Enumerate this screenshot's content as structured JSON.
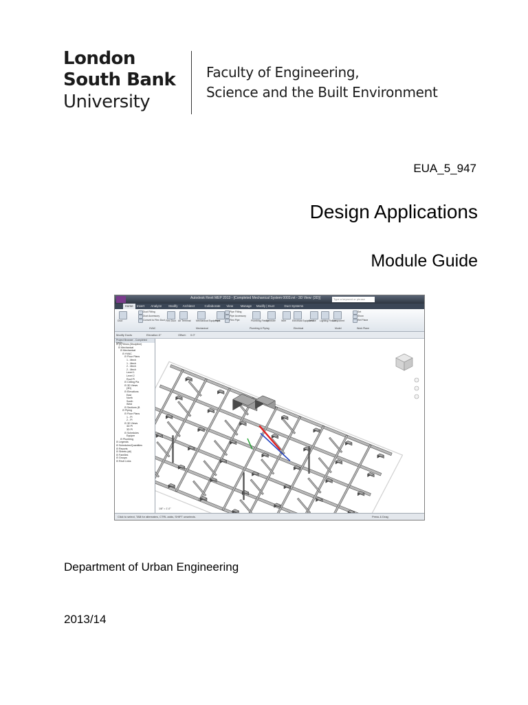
{
  "header": {
    "university_line1": "London",
    "university_line2": "South Bank",
    "university_line3": "University",
    "faculty_line1": "Faculty of Engineering,",
    "faculty_line2": "Science and the Built Environment"
  },
  "module": {
    "code": "EUA_5_947",
    "title": "Design Applications",
    "subtitle": "Module Guide"
  },
  "footer": {
    "department": "Department of Urban Engineering",
    "year": "2013/14"
  },
  "screenshot": {
    "window_title": "Autodesk Revit MEP 2013 - [Completed Mechanical System 0003.rvt - 3D View: {3D}]",
    "search_placeholder": "Type a keyword or phrase",
    "tabs": [
      "Home",
      "Insert",
      "Analyze",
      "Modify",
      "Architect",
      "Collaborate",
      "View",
      "Manage",
      "Modify | Duct",
      "Duct Systems"
    ],
    "ribbon_labels": [
      "Duct",
      "Duct Fitting",
      "Duct Accessory",
      "Convert to Flex Duct",
      "Flex Duct",
      "Air Terminal",
      "Mechanical Equipment",
      "Pipe",
      "Pipe Fitting",
      "Pipe Accessory",
      "Flex Pipe",
      "Plumbing Fixture",
      "Sprinkler",
      "Wire",
      "Electrical Equipment",
      "Device",
      "Lighting Fixture",
      "Component",
      "Set",
      "Show",
      "Ref Plane"
    ],
    "group_labels": [
      "HVAC",
      "Mechanical",
      "Plumbing & Piping",
      "Electrical",
      "Model",
      "Work Plane"
    ],
    "options_bar": [
      "Modify Ducts",
      "Elevation:",
      "0\"",
      "Offset:",
      "0.0\""
    ],
    "browser_title": "Project Browser - Completed Mech...",
    "browser_items": [
      "[0] Views (Discipline)",
      "Mechanical",
      "Mechanical",
      "HVAC",
      "Floor Plans",
      "1 - Mech",
      "1 - Mech",
      "2 - Mech",
      "2 - Mech",
      "Level 1",
      "Level 2",
      "Roof Pl",
      "Ceiling Pla",
      "3D Views",
      "{3D}",
      "Elevations",
      "East",
      "North",
      "South",
      "West",
      "Sections (B",
      "Piping",
      "Floor Plans",
      "1 - Pl",
      "2 - Pl",
      "3D Views",
      "3D Pl",
      "3D Pl",
      "Schedules",
      "Equipm",
      "Plumbing",
      "Legends",
      "Schedules/Quantities",
      "Reports",
      "Sheets (all)",
      "Families",
      "Groups",
      "Revit Links"
    ],
    "status_text": "Click to select, TAB for alternates, CTRL adds, SHIFT unselects.",
    "view_scale": "1/8\" = 1'-0\"",
    "press_drag": "Press & Drag"
  }
}
